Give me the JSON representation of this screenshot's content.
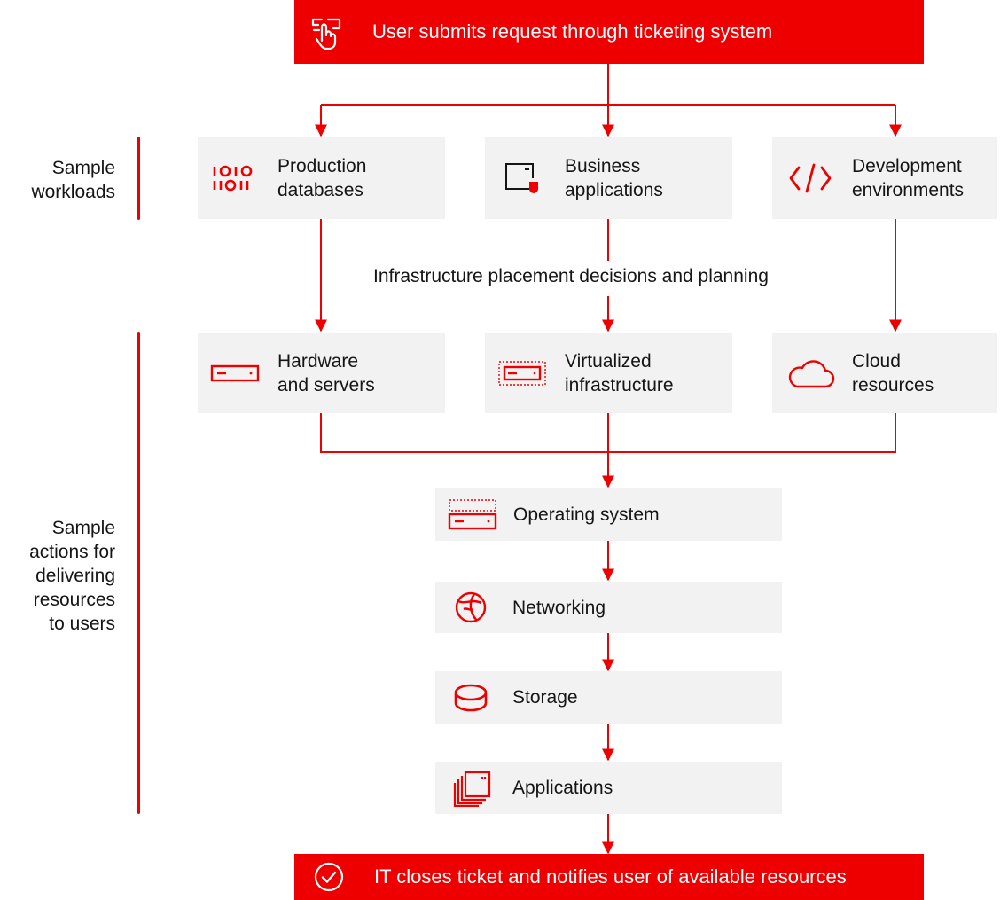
{
  "colors": {
    "accent": "#ee0000",
    "box_bg": "#f2f2f2",
    "text": "#151515"
  },
  "top_banner": {
    "text": "User submits request through ticketing system",
    "icon": "touch-screen-icon"
  },
  "side_labels": {
    "workloads": [
      "Sample",
      "workloads"
    ],
    "actions": [
      "Sample",
      "actions for",
      "delivering",
      "resources",
      "to users"
    ]
  },
  "workloads": [
    {
      "icon": "binary-icon",
      "line1": "Production",
      "line2": "databases"
    },
    {
      "icon": "application-window-icon",
      "line1": "Business",
      "line2": "applications"
    },
    {
      "icon": "code-icon",
      "line1": "Development",
      "line2": "environments"
    }
  ],
  "middle_label": "Infrastructure placement decisions and planning",
  "infrastructure": [
    {
      "icon": "server-icon",
      "line1": "Hardware",
      "line2": "and servers"
    },
    {
      "icon": "virtual-server-icon",
      "line1": "Virtualized",
      "line2": "infrastructure"
    },
    {
      "icon": "cloud-icon",
      "line1": "Cloud",
      "line2": "resources"
    }
  ],
  "actions": [
    {
      "icon": "operating-system-icon",
      "label": "Operating system"
    },
    {
      "icon": "networking-globe-icon",
      "label": "Networking"
    },
    {
      "icon": "storage-icon",
      "label": "Storage"
    },
    {
      "icon": "applications-stack-icon",
      "label": "Applications"
    }
  ],
  "bottom_banner": {
    "text": "IT closes ticket and notifies user of available resources",
    "icon": "checkmark-circle-icon"
  }
}
